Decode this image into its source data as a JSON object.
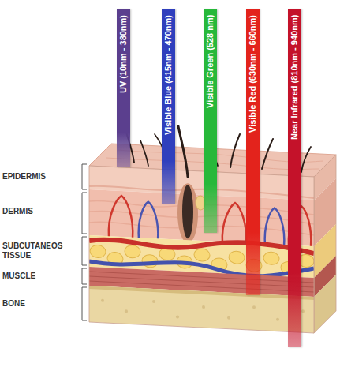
{
  "diagram": {
    "nodes": [
      {
        "text": [
          "UV (10nm - 380nm)"
        ]
      },
      {
        "text": [
          "Visible Blue (415nm - 470nm)"
        ]
      },
      {
        "text": [
          "Visible Green (528 nm)"
        ]
      },
      {
        "text": [
          "Visible Red (630nm - 660nm)"
        ]
      },
      {
        "text": [
          "Near Infrared (810nm - 940nm)"
        ]
      }
    ],
    "labels": [
      "EPIDERMIS",
      "DERMIS",
      "SUBCUTANEOS TISSUE",
      "MUSCLE",
      "BONE"
    ]
  }
}
